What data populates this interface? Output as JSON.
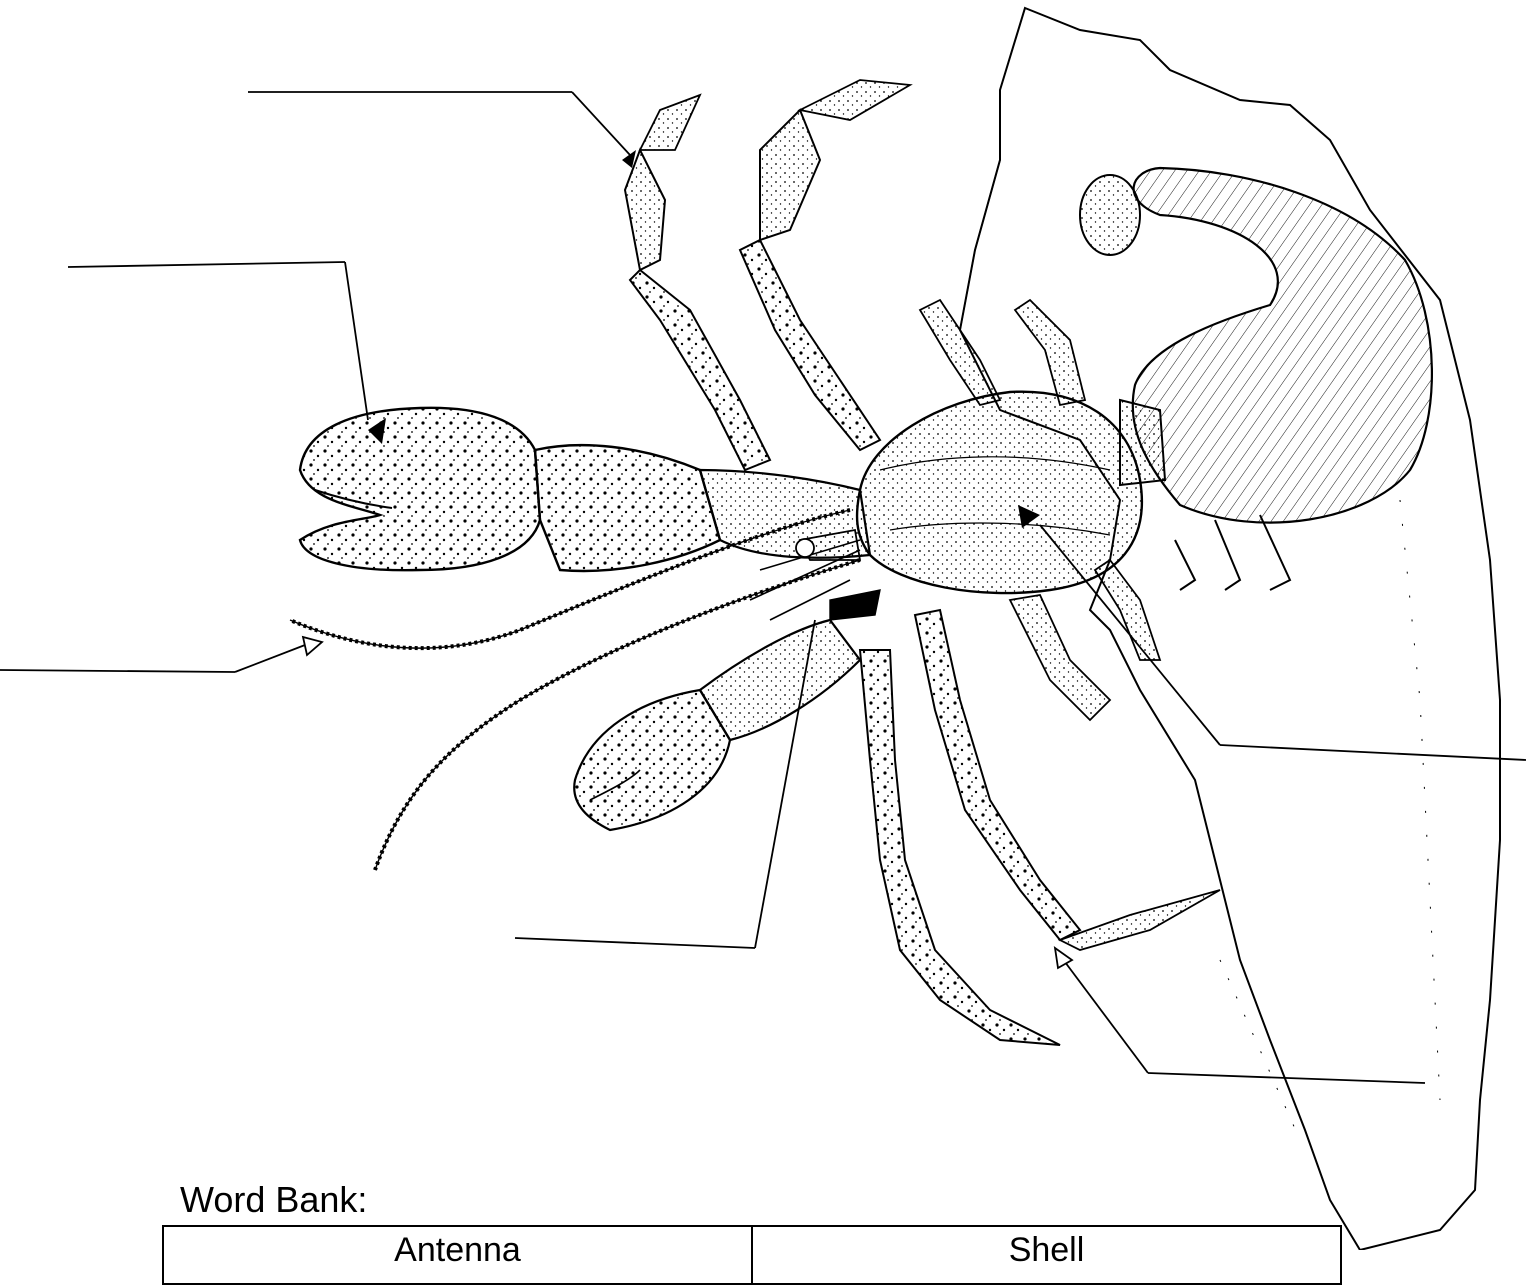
{
  "word_bank": {
    "title": "Word Bank:",
    "words": [
      "Antenna",
      "Shell"
    ]
  },
  "colors": {
    "ink": "#000000",
    "paper": "#ffffff"
  }
}
